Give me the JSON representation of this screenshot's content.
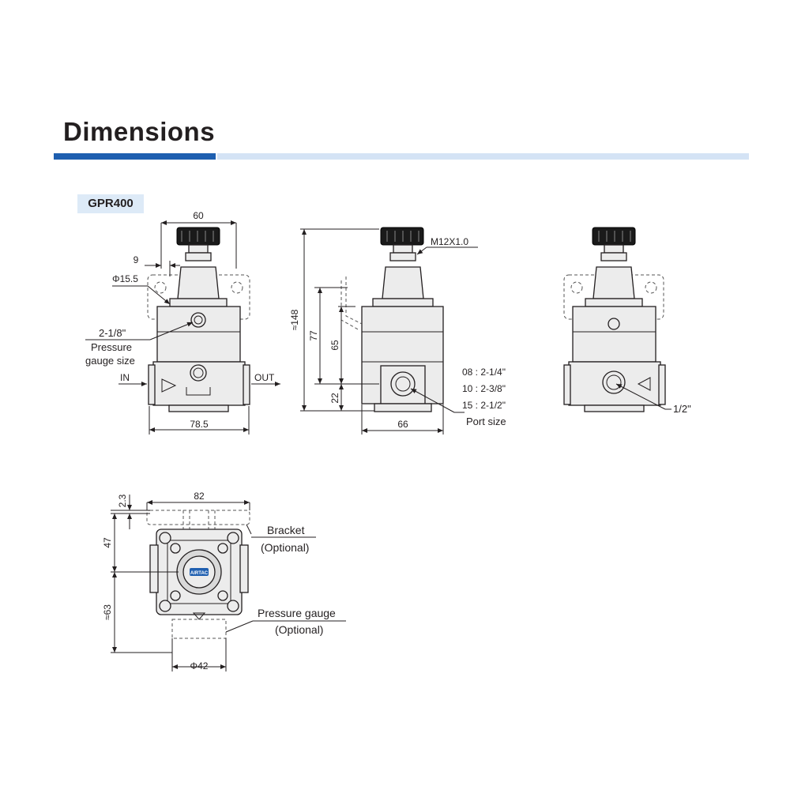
{
  "header": {
    "title": "Dimensions",
    "model": "GPR400",
    "accent_color": "#1f5fb0",
    "accent_light_color": "#d4e3f5"
  },
  "front_view": {
    "width_top": "60",
    "offset": "9",
    "diameter": "Φ15.5",
    "gauge_thread": "2-1/8\"",
    "gauge_label_1": "Pressure",
    "gauge_label_2": "gauge size",
    "in_label": "IN",
    "out_label": "OUT",
    "width_bottom": "78.5"
  },
  "side_view": {
    "thread": "M12X1.0",
    "height_total": "≈148",
    "height_77": "77",
    "height_65": "65",
    "height_22": "22",
    "width": "66",
    "ports": [
      "08 : 2-1/4\"",
      "10 : 2-3/8\"",
      "15 : 2-1/2\""
    ],
    "port_label": "Port size"
  },
  "rear_view": {
    "port": "1/2\""
  },
  "top_view": {
    "dim_2_3": "2.3",
    "width": "82",
    "dim_47": "47",
    "dim_63": "≈63",
    "dim_diameter": "Φ42",
    "bracket_1": "Bracket",
    "bracket_2": "(Optional)",
    "gauge_1": "Pressure gauge",
    "gauge_2": "(Optional)",
    "logo": "AIRTAC"
  }
}
